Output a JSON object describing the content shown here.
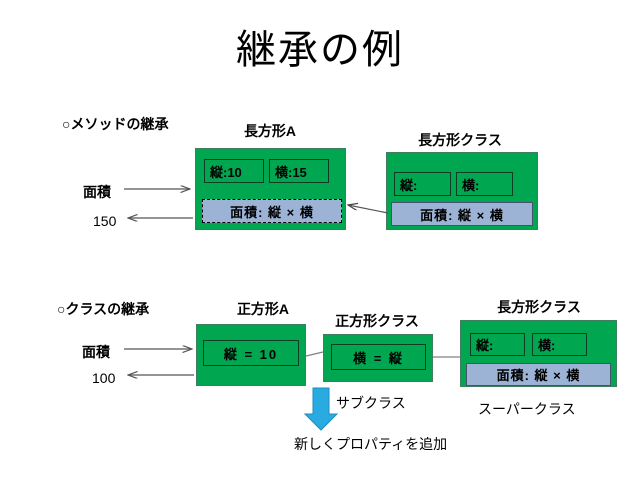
{
  "slide": {
    "title": "継承の例",
    "background_color": "#FFFFFF",
    "accent_green": "#00A650",
    "accent_blue": "#9CB3D5",
    "arrow_blue": "#29ABE2"
  },
  "section_method": {
    "heading": "○メソッドの継承",
    "area_label": "面積",
    "area_value": "150",
    "instance": {
      "caption": "長方形A",
      "props": [
        {
          "label": "縦:10"
        },
        {
          "label": "横:15"
        }
      ],
      "method": "面積:  縦  ×  横"
    },
    "klass": {
      "caption": "長方形クラス",
      "props": [
        {
          "label": "縦:"
        },
        {
          "label": "横:"
        }
      ],
      "method": "面積:  縦  ×  横"
    }
  },
  "section_class": {
    "heading": "○クラスの継承",
    "area_label": "面積",
    "area_value": "100",
    "instance": {
      "caption": "正方形A",
      "prop": "縦  =  10"
    },
    "subclass": {
      "caption": "正方形クラス",
      "prop": "横  =  縦",
      "arrow_label": "サブクラス"
    },
    "superclass": {
      "caption": "長方形クラス",
      "props": [
        {
          "label": "縦:"
        },
        {
          "label": "横:"
        }
      ],
      "method": "面積:  縦  ×  横",
      "role_label": "スーパークラス"
    },
    "footnote": "新しくプロパティを追加"
  }
}
